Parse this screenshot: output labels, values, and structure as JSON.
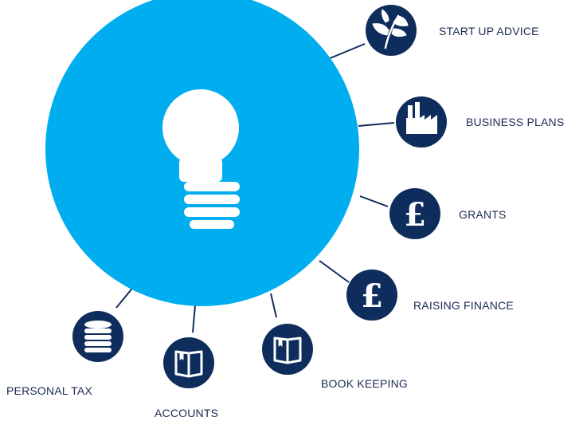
{
  "colors": {
    "hub": "#00adee",
    "node": "#0f2d5c",
    "label": "#1b2a52",
    "connector": "#0f2d5c"
  },
  "hub": {
    "icon": "lightbulb-icon"
  },
  "services": [
    {
      "label": "START UP ADVICE",
      "icon": "plant-icon"
    },
    {
      "label": "BUSINESS PLANS",
      "icon": "factory-icon"
    },
    {
      "label": "GRANTS",
      "icon": "pound-icon"
    },
    {
      "label": "RAISING FINANCE",
      "icon": "pound-icon"
    },
    {
      "label": "BOOK KEEPING",
      "icon": "book-icon"
    },
    {
      "label": "ACCOUNTS",
      "icon": "book-icon"
    },
    {
      "label": "PERSONAL TAX",
      "icon": "coins-icon"
    }
  ]
}
